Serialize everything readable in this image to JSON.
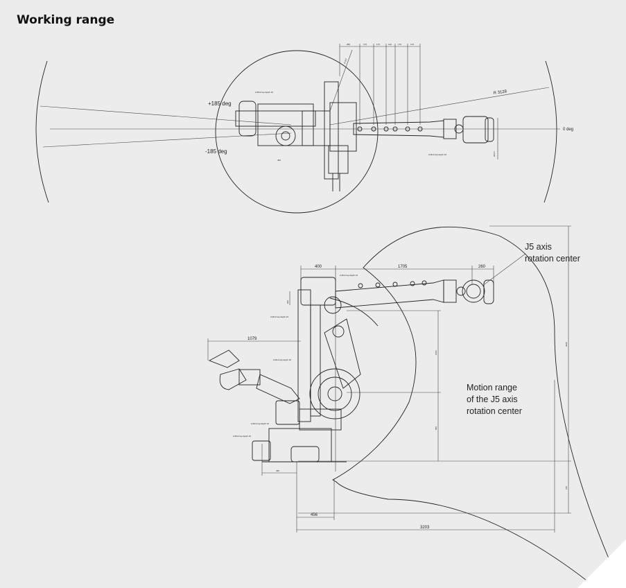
{
  "page": {
    "title": "Working range"
  },
  "top_view": {
    "angle_pos": "+185 deg",
    "angle_neg": "-185 deg",
    "zero": "0 deg",
    "radius_outer": "R 3128",
    "radius_inner": "R 877",
    "dim_top": [
      "380",
      "170",
      "170",
      "110",
      "170",
      "170"
    ],
    "dim_side": "206.5",
    "dim_base": "400",
    "tapping_label": "2-M12 tap depth 16"
  },
  "side_view": {
    "dim_400": "400",
    "dim_1705": "1705",
    "dim_260": "260",
    "dim_1079": "1079",
    "dim_1050": "1050",
    "dim_850": "850",
    "dim_2925": "2925",
    "dim_615": "615",
    "dim_456": "456",
    "dim_3203": "3203",
    "dim_200": "200",
    "dim_450": "450",
    "tapping_label": "2-M12 tap depth 16",
    "j5_label": [
      "J5 axis",
      "rotation center"
    ],
    "motion_label": [
      "Motion range",
      "of the J5 axis",
      "rotation center"
    ]
  }
}
